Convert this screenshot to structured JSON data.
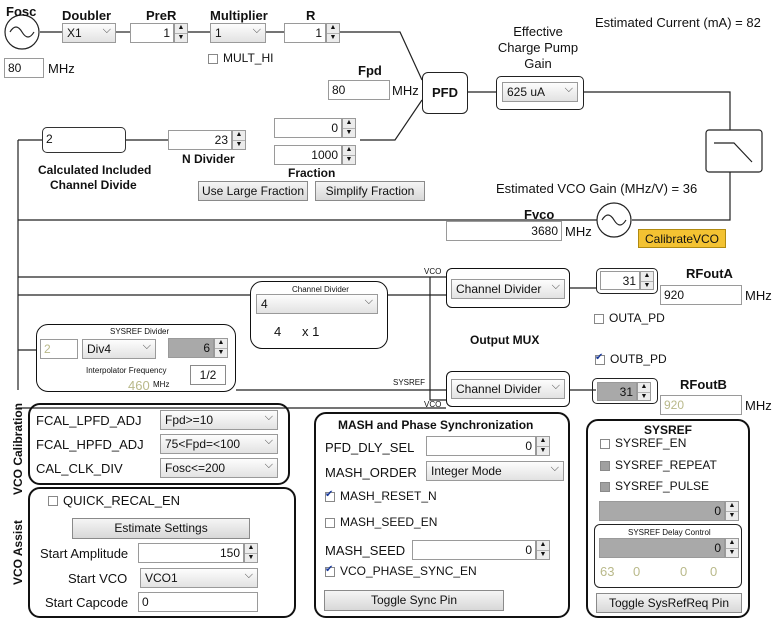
{
  "fosc": {
    "label": "Fosc",
    "value": "80",
    "unit": "MHz"
  },
  "doubler": {
    "label": "Doubler",
    "value": "X1"
  },
  "prer": {
    "label": "PreR",
    "value": "1"
  },
  "multiplier": {
    "label": "Multiplier",
    "value": "1",
    "mult_hi": "MULT_HI"
  },
  "r": {
    "label": "R",
    "value": "1"
  },
  "fpd": {
    "label": "Fpd",
    "value": "80",
    "unit": "MHz"
  },
  "pfd": "PFD",
  "charge_pump": {
    "label_line1": "Effective",
    "label_line2": "Charge Pump",
    "label_line3": "Gain",
    "value": "625 uA"
  },
  "estimated_current": "Estimated Current (mA) = 82",
  "channel_divide": {
    "value": "2",
    "label_line1": "Calculated Included",
    "label_line2": "Channel Divide"
  },
  "n_divider": {
    "label": "N Divider",
    "value": "23"
  },
  "fraction": {
    "label": "Fraction",
    "num": "0",
    "den": "1000"
  },
  "buttons": {
    "large_fraction": "Use Large Fraction",
    "simplify": "Simplify Fraction",
    "calibrate": "CalibrateVCO"
  },
  "vco_gain": "Estimated VCO Gain (MHz/V) = 36",
  "fvco": {
    "label": "Fvco",
    "value": "3680",
    "unit": "MHz"
  },
  "vco_tag": "VCO",
  "sysref_tag": "SYSREF",
  "ch_div_block": {
    "title": "Channel Divider",
    "value": "4",
    "text_4": "4",
    "text_x1": "x 1"
  },
  "sysref_div": {
    "title": "SYSREF Divider",
    "left": "2",
    "sel": "Div4",
    "right": "6",
    "interp": "Interpolator Frequency",
    "interp_val": "460",
    "interp_unit": "MHz",
    "half": "1/2"
  },
  "outa": {
    "mux": "Channel Divider",
    "power": "31",
    "label": "RFoutA",
    "freq": "920",
    "unit": "MHz",
    "pd": "OUTA_PD"
  },
  "output_mux": "Output MUX",
  "outb": {
    "mux": "Channel Divider",
    "power": "31",
    "label": "RFoutB",
    "freq": "920",
    "unit": "MHz",
    "pd": "OUTB_PD"
  },
  "vco_cal": {
    "title": "VCO Calibration",
    "rows": [
      {
        "label": "FCAL_LPFD_ADJ",
        "value": "Fpd>=10"
      },
      {
        "label": "FCAL_HPFD_ADJ",
        "value": "75<Fpd=<100"
      },
      {
        "label": "CAL_CLK_DIV",
        "value": "Fosc<=200"
      }
    ]
  },
  "vco_assist": {
    "title": "VCO Assist",
    "quick_recal": "QUICK_RECAL_EN",
    "estimate": "Estimate Settings",
    "start_amp_label": "Start Amplitude",
    "start_amp": "150",
    "start_vco_label": "Start VCO",
    "start_vco": "VCO1",
    "start_cap_label": "Start Capcode",
    "start_cap": "0"
  },
  "mash": {
    "title": "MASH and Phase Synchronization",
    "pfd_dly_label": "PFD_DLY_SEL",
    "pfd_dly": "0",
    "mash_order_label": "MASH_ORDER",
    "mash_order": "Integer Mode",
    "reset_n": "MASH_RESET_N",
    "seed_en": "MASH_SEED_EN",
    "seed_label": "MASH_SEED",
    "seed": "0",
    "phase_sync": "VCO_PHASE_SYNC_EN",
    "toggle": "Toggle Sync Pin"
  },
  "sysref": {
    "title": "SYSREF",
    "en": "SYSREF_EN",
    "repeat": "SYSREF_REPEAT",
    "pulse": "SYSREF_PULSE",
    "value": "0",
    "delay_title": "SYSREF Delay Control",
    "delay": "0",
    "delay_vals": [
      "63",
      "0",
      "0",
      "0"
    ],
    "toggle": "Toggle SysRefReq Pin"
  }
}
